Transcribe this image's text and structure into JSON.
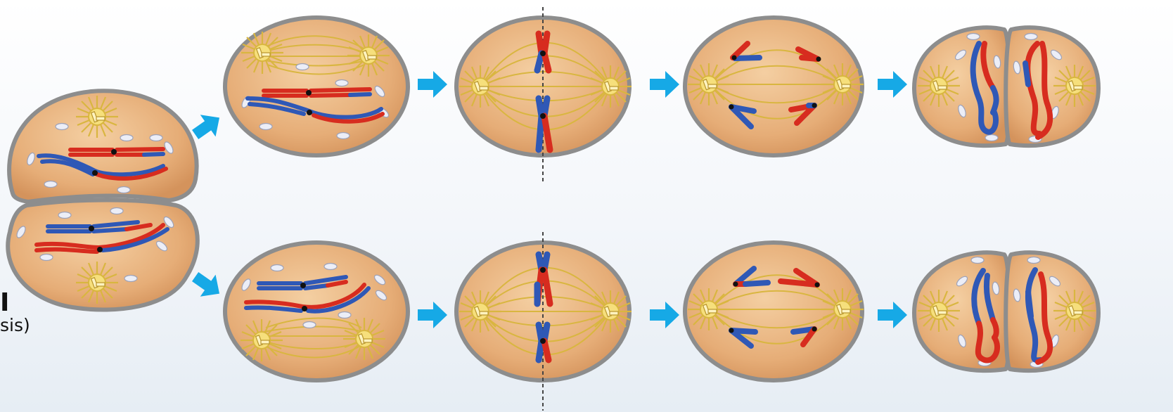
{
  "caption": {
    "line1": "I",
    "line2": "sis)"
  },
  "colors": {
    "cell_fill": "#e2a972",
    "cell_edge": "#8d8d8d",
    "spindle": "#d9b640",
    "centrosome": "#f1d658",
    "chromosome_maternal": "#d72c1f",
    "chromosome_paternal": "#2f58b6",
    "centromere": "#111111",
    "vesicle": "#eceef7",
    "arrow": "#16a9e6"
  },
  "rows": [
    {
      "name": "upper-daughter-cell",
      "stages": [
        "prophase-ii",
        "metaphase-ii",
        "anaphase-ii",
        "telophase-ii"
      ]
    },
    {
      "name": "lower-daughter-cell",
      "stages": [
        "prophase-ii",
        "metaphase-ii",
        "anaphase-ii",
        "telophase-ii"
      ]
    }
  ]
}
